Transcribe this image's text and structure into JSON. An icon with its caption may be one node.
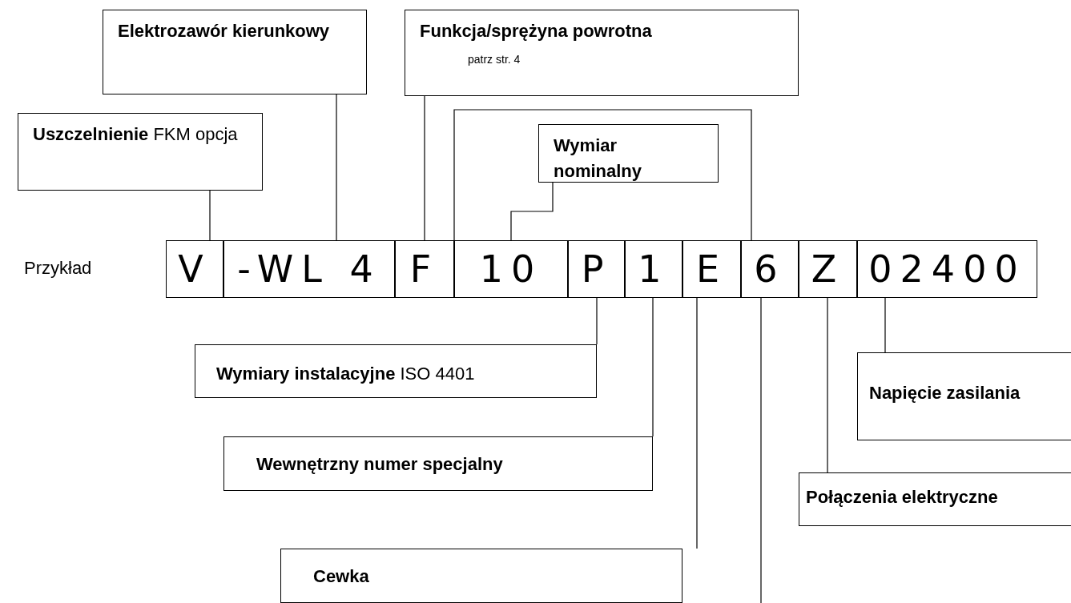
{
  "diagram": {
    "nodes": [
      {
        "text": [
          "V"
        ]
      },
      {
        "text": [
          "-WL 4"
        ]
      },
      {
        "text": [
          "F"
        ]
      },
      {
        "text": [
          "10"
        ]
      },
      {
        "text": [
          "P"
        ]
      },
      {
        "text": [
          "1"
        ]
      },
      {
        "text": [
          "E"
        ]
      },
      {
        "text": [
          "6"
        ]
      },
      {
        "text": [
          "Z"
        ]
      },
      {
        "text": [
          "02400"
        ]
      },
      {
        "text": [
          "**Uszczelnienie** FKM opcja"
        ]
      },
      {
        "text": [
          "Elektrozawór kierunkowy"
        ]
      },
      {
        "text": [
          "Funkcja/sprężyna powrotna",
          "patrz str. 4"
        ]
      },
      {
        "text": [
          "Wymiar nominalny"
        ]
      },
      {
        "text": [
          "**Wymiary instalacyjne** ISO 4401"
        ]
      },
      {
        "text": [
          "Wewnętrzny numer specjalny"
        ]
      },
      {
        "text": [
          "Cewka"
        ]
      },
      {
        "text": [
          "Połączenia elektryczne"
        ]
      },
      {
        "text": [
          "Napięcie zasilania"
        ]
      }
    ],
    "edges": [
      {
        "from": 10,
        "to": 0,
        "arrow": "none"
      },
      {
        "from": 11,
        "to": 1,
        "arrow": "none"
      },
      {
        "from": 12,
        "to": 2,
        "arrow": "none"
      },
      {
        "from": 13,
        "to": 3,
        "arrow": "none"
      },
      {
        "from": 14,
        "to": 4,
        "arrow": "none"
      },
      {
        "from": 15,
        "to": 5,
        "arrow": "none"
      },
      {
        "from": 16,
        "to": 6,
        "arrow": "none"
      },
      {
        "from": 7,
        "to": null,
        "arrow": "none"
      },
      {
        "from": 17,
        "to": 8,
        "arrow": "none"
      },
      {
        "from": 18,
        "to": 9,
        "arrow": "none"
      }
    ],
    "labels": [
      "Przykład"
    ]
  }
}
